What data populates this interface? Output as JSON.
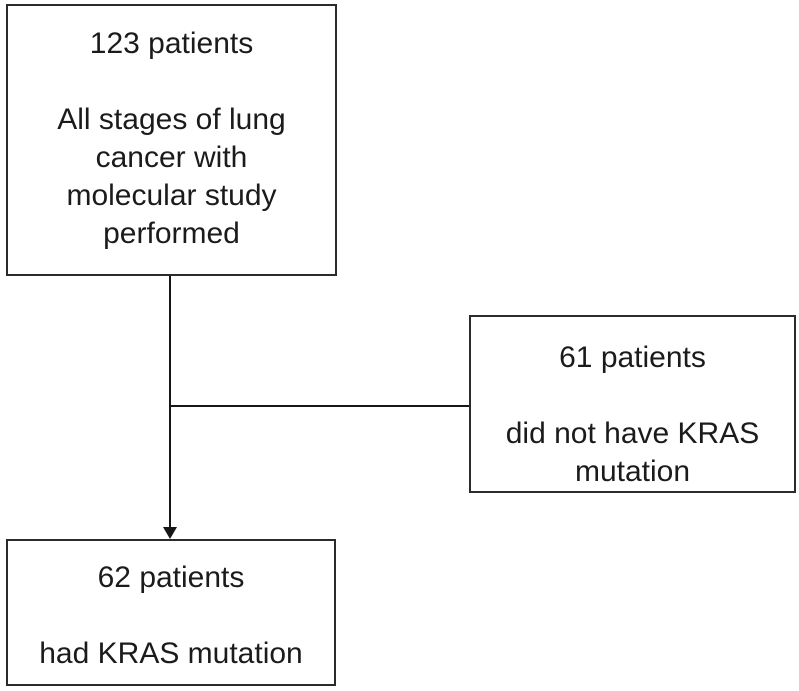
{
  "diagram_type": "flowchart",
  "colors": {
    "background": "#ffffff",
    "box_border": "#2b2b2b",
    "connector_line": "#161616",
    "text": "#1b1b1b"
  },
  "boxes": {
    "all_patients": {
      "count_line": "123 patients",
      "desc_lines": [
        "All stages of lung",
        "cancer with",
        "molecular study",
        "performed"
      ]
    },
    "no_kras": {
      "count_line": "61 patients",
      "desc_lines": [
        "did not have KRAS",
        "mutation"
      ]
    },
    "kras": {
      "count_line": "62 patients",
      "desc_lines": [
        "had KRAS mutation"
      ]
    }
  }
}
